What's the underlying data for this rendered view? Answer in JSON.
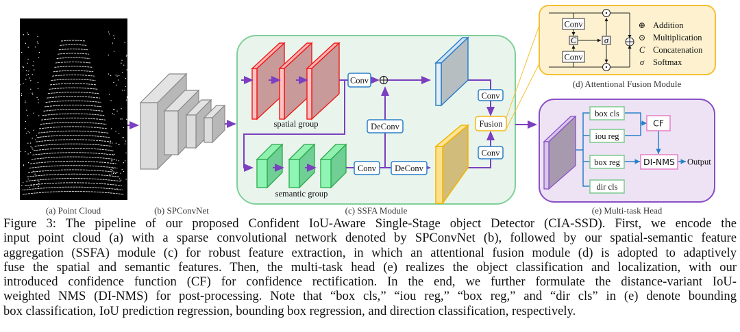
{
  "figure": {
    "point_cloud": {
      "caption": "(a) Point Cloud"
    },
    "spconvnet": {
      "caption": "(b) SPConvNet"
    },
    "ssfa": {
      "caption": "(c) SSFA Module",
      "spatial_group_label": "spatial group",
      "semantic_group_label": "semantic group",
      "conv_label": "Conv",
      "deconv_label": "DeConv",
      "fusion_label": "Fusion",
      "addition_symbol": "⊕"
    },
    "attentional_fusion": {
      "caption": "(d) Attentional Fusion Module",
      "conv_label": "Conv",
      "concat_symbol": "C",
      "softmax_symbol": "σ",
      "legend": [
        {
          "symbol": "⊕",
          "label": "Addition"
        },
        {
          "symbol": "⊙",
          "label": "Multiplication"
        },
        {
          "symbol": "C",
          "label": "Concatenation"
        },
        {
          "symbol": "σ",
          "label": "Softmax"
        }
      ]
    },
    "multitask_head": {
      "caption": "(e) Multi-task Head",
      "branches": [
        "box cls",
        "iou reg",
        "box reg",
        "dir cls"
      ],
      "cf_label": "CF",
      "dinms_label": "DI-NMS",
      "output_label": "Output"
    },
    "colors": {
      "arrow": "#7b3fbf",
      "ssfa_border": "#7fcf9a",
      "ssfa_fill": "#e9f5ec",
      "afm_border": "#f5c030",
      "afm_fill": "#fdf1cf",
      "head_border": "#8a4fc8",
      "head_fill": "#ede3f4",
      "conv_border": "#2a7fc9",
      "fusion_border": "#f5c030",
      "branch_border": "#7cc98f",
      "cf_border": "#e886c8"
    }
  },
  "caption": {
    "lines": [
      "Figure 3: The pipeline of our proposed Confident IoU-Aware Single-Stage object Detector (CIA-SSD). First, we encode the",
      "input point cloud (a) with a sparse convolutional network denoted by SPConvNet (b), followed by our spatial-semantic feature",
      "aggregation (SSFA) module (c) for robust feature extraction, in which an attentional fusion module (d) is adopted to adaptively",
      "fuse the spatial and semantic features. Then, the multi-task head (e) realizes the object classification and localization, with our",
      "introduced confidence function (CF) for confidence rectification. In the end, we further formulate the distance-variant IoU-",
      "weighted NMS (DI-NMS) for post-processing. Note that “box cls,” “iou reg,” “box reg,” and “dir cls” in (e) denote bounding",
      "box classification, IoU prediction regression, bounding box regression, and direction classification, respectively."
    ]
  }
}
